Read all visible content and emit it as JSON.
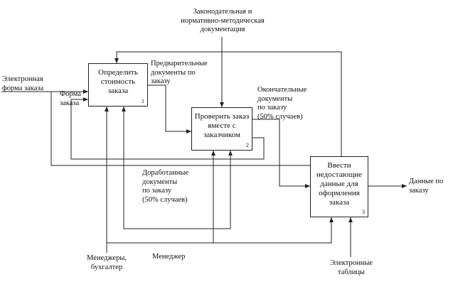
{
  "boxes": [
    {
      "id": "A1",
      "title": "Определить\nстоимость\nзаказа",
      "number": "1"
    },
    {
      "id": "A2",
      "title": "Проверить заказ\nвместе с\nзаказчиком",
      "number": "2"
    },
    {
      "id": "A3",
      "title": "Ввести\nнедостающие\nданные для\nоформления\nзаказа",
      "number": "3"
    }
  ],
  "labels": {
    "control_top": "Законодательная и\nнормативно-методическая\nдокументация",
    "input_order": "Электронная\nформа заказа",
    "order_form": "Форма\nзаказа",
    "preliminary_docs": "Предварительные\nдокументы по\nзаказу",
    "final_docs": "Окончательные\nдокументы\nпо заказу\n(50% случаев)",
    "reworked_docs": "Доработанные\nдокументы\nпо заказу\n(50% случаев)",
    "output_data": "Данные по\nзаказу",
    "mech_managers": "Менеджеры,\nбухгалтер",
    "mech_manager": "Менеджер",
    "mech_tables": "Электронные\nтаблицы"
  },
  "colors": {
    "line": "#222222",
    "box_border": "#222222",
    "text": "#111111"
  }
}
